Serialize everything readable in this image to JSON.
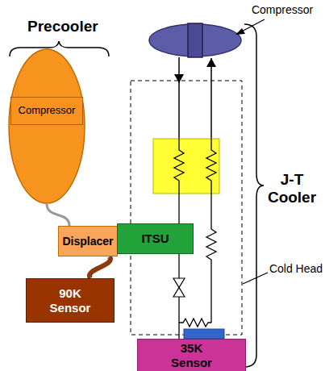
{
  "diagram": {
    "nodes": [
      {
        "text": [
          "Precooler"
        ]
      },
      {
        "text": [
          "Compressor"
        ],
        "in": 0
      },
      {
        "text": [
          "Displacer"
        ]
      },
      {
        "text": [
          "ITSU"
        ]
      },
      {
        "text": [
          "90K Sensor"
        ]
      },
      {
        "text": [
          "35K Sensor"
        ]
      }
    ],
    "edges": [
      {
        "from": 0,
        "to": 2,
        "arrow": "none"
      },
      {
        "from": 2,
        "to": 4,
        "arrow": "none"
      },
      {
        "from": 3,
        "to": 5,
        "arrow": "none"
      }
    ],
    "labels": [
      "Compressor",
      "J-T Cooler",
      "Cold Head"
    ]
  }
}
